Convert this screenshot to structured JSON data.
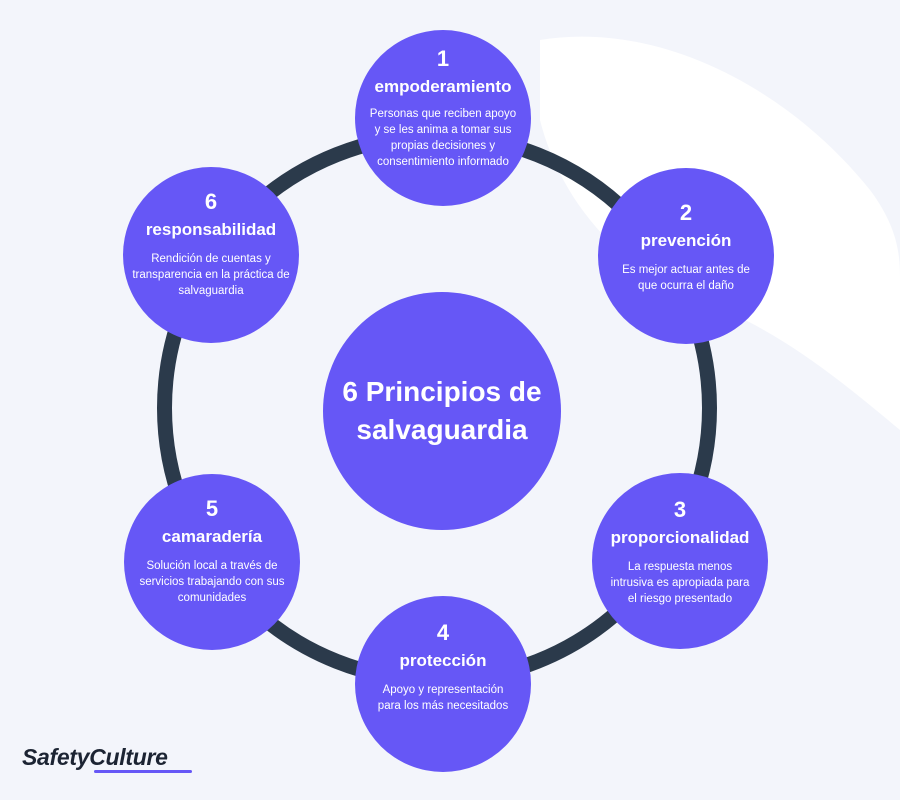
{
  "center": {
    "title": "6 Principios de salvaguardia"
  },
  "principles": [
    {
      "number": "1",
      "title": "empoderamiento",
      "description": "Personas que reciben apoyo y se les anima a tomar sus propias decisiones y consentimiento informado"
    },
    {
      "number": "2",
      "title": "prevención",
      "description": "Es mejor actuar antes de que ocurra el daño"
    },
    {
      "number": "3",
      "title": "proporcionalidad",
      "description": "La respuesta menos intrusiva es apropiada para el riesgo presentado"
    },
    {
      "number": "4",
      "title": "protección",
      "description": "Apoyo y representación para los más necesitados"
    },
    {
      "number": "5",
      "title": "camaradería",
      "description": "Solución local a través de servicios trabajando con sus comunidades"
    },
    {
      "number": "6",
      "title": "responsabilidad",
      "description": "Rendición de cuentas y transparencia en la práctica de salvaguardia"
    }
  ],
  "logo": {
    "text": "SafetyCulture"
  },
  "colors": {
    "node": "#6657f6",
    "ring": "#2b3a4b",
    "background": "#f3f5fb",
    "blob": "#ffffff"
  }
}
